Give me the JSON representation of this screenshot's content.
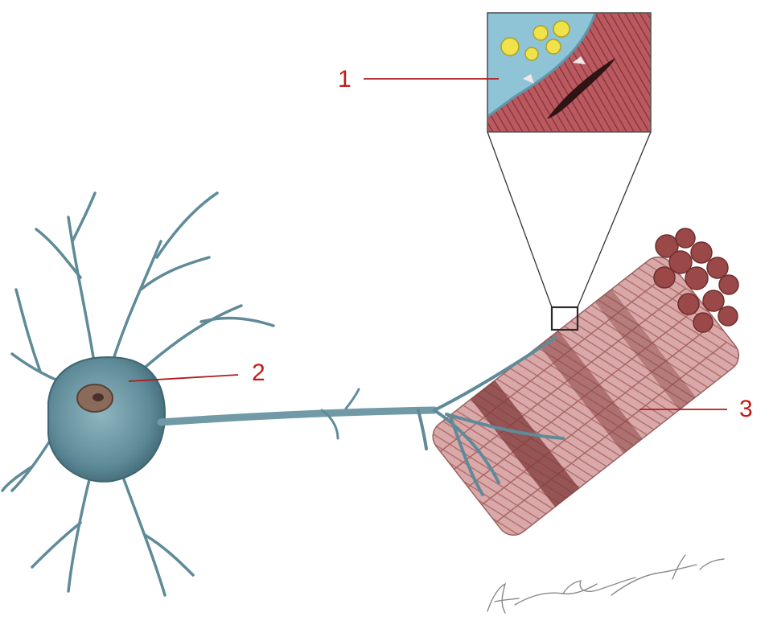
{
  "labels": {
    "one": "1",
    "two": "2",
    "three": "3"
  },
  "colors": {
    "leader": "#b01a1a",
    "neuron": "#6f9aa6",
    "neuron_dark": "#3f6772",
    "muscle": "#d7a3a3",
    "muscle_dark": "#7f3a3a",
    "vesicle": "#efe24a"
  }
}
